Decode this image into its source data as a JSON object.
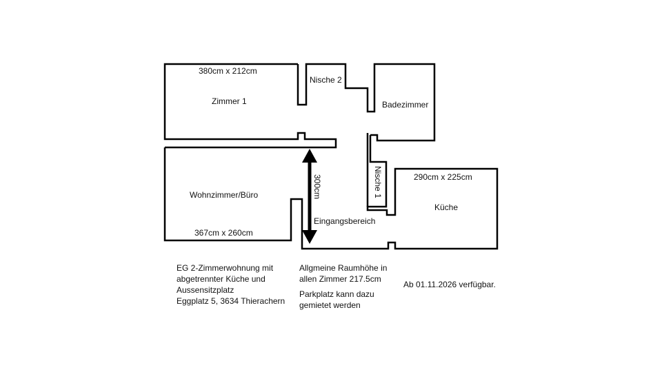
{
  "rooms": {
    "zimmer1": {
      "name": "Zimmer 1",
      "size": "380cm x 212cm"
    },
    "nische2": {
      "name": "Nische 2"
    },
    "badezimmer": {
      "name": "Badezimmer"
    },
    "wohnzimmer": {
      "name": "Wohnzimmer/Büro",
      "size": "367cm x 260cm"
    },
    "nische1": {
      "name": "Nische 1"
    },
    "kueche": {
      "name": "Küche",
      "size": "290cm x 225cm"
    },
    "eingang": {
      "name": "Eingangsbereich"
    }
  },
  "dimension": {
    "label": "300cm"
  },
  "notes": {
    "description": [
      "EG 2-Zimmerwohnung mit",
      "abgetrennter Küche und",
      "Aussensitzplatz",
      "Eggplatz 5, 3634 Thierachern"
    ],
    "height": [
      "Allgmeine Raumhöhe in",
      "allen Zimmer 217.5cm"
    ],
    "parking": [
      "Parkplatz kann dazu",
      "gemietet werden"
    ],
    "availability": "Ab 01.11.2026 verfügbar."
  }
}
